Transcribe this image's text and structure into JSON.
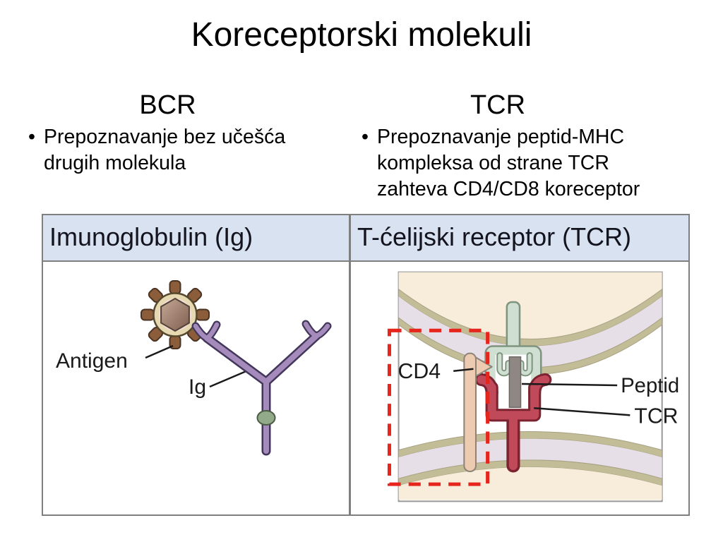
{
  "slide": {
    "title": "Koreceptorski molekuli",
    "bullet_char": "•",
    "columns": [
      {
        "heading": "BCR",
        "bullet_lines": [
          "Prepoznavanje bez učešća",
          "drugih molekula"
        ]
      },
      {
        "heading": "TCR",
        "bullet_lines": [
          "Prepoznavanje peptid-MHC",
          "kompleksa od strane TCR",
          "zahteva CD4/CD8 koreceptor"
        ]
      }
    ]
  },
  "figure": {
    "headers": [
      "Imunoglobulin (Ig)",
      "T-ćelijski receptor (TCR)"
    ],
    "left_panel_labels": {
      "antigen": "Antigen",
      "ig": "Ig"
    },
    "right_panel_labels": {
      "cd4": "CD4",
      "peptid": "Peptid",
      "tcr": "TCR"
    },
    "colors": {
      "header_fill": "#d9e2f0",
      "table_border": "#7f7f7f",
      "frame_border": "#9a9a9a",
      "membrane_cream": "#f8eddb",
      "membrane_olive": "#c2bc97",
      "membrane_lavender": "#e7dfe7",
      "mhc_mint": "#cfdfd2",
      "peptide_gray": "#8e8784",
      "tcr_crimson": "#c04a5a",
      "cd4_salmon": "#edcbb0",
      "highlight_red_dash": "#e6251c",
      "ig_purple": "#a58abc",
      "antigen_brown": "#8b5d3b"
    }
  }
}
